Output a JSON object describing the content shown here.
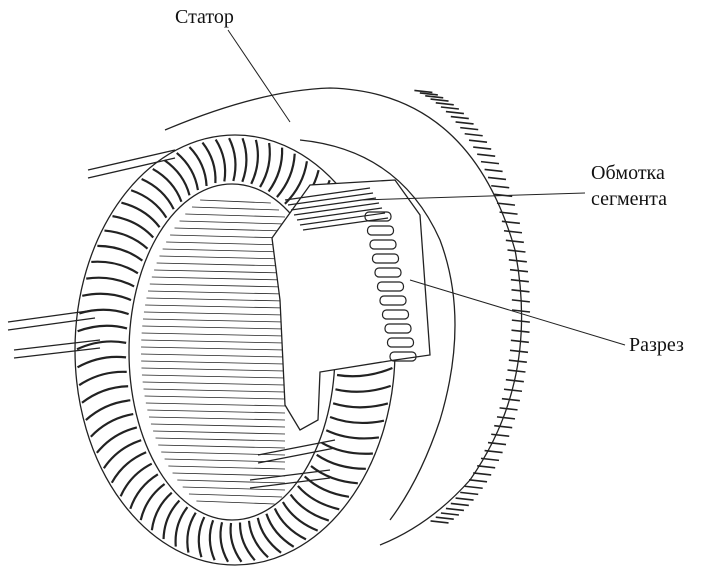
{
  "labels": {
    "stator": "Статор",
    "segment_winding_line1": "Обмотка",
    "segment_winding_line2": "сегмента",
    "cut": "Разрез"
  }
}
